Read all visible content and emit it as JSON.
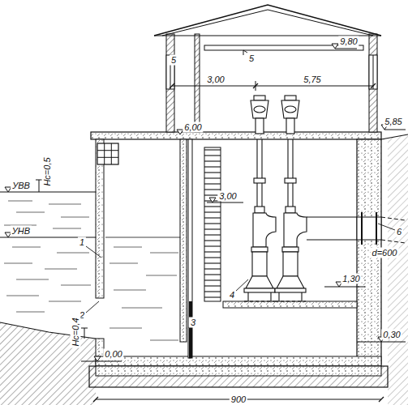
{
  "diagram": {
    "labels": [
      "5",
      "5",
      "9,80",
      "3,00",
      "5,75",
      "6,00",
      "5,85",
      "УВВ",
      "Нс=0,5",
      "УНВ",
      "1",
      "2",
      "Нс=0,4",
      "3",
      "3,00",
      "4",
      "6",
      "d=600",
      "1,30",
      "0,30",
      "0,00",
      "900"
    ]
  }
}
